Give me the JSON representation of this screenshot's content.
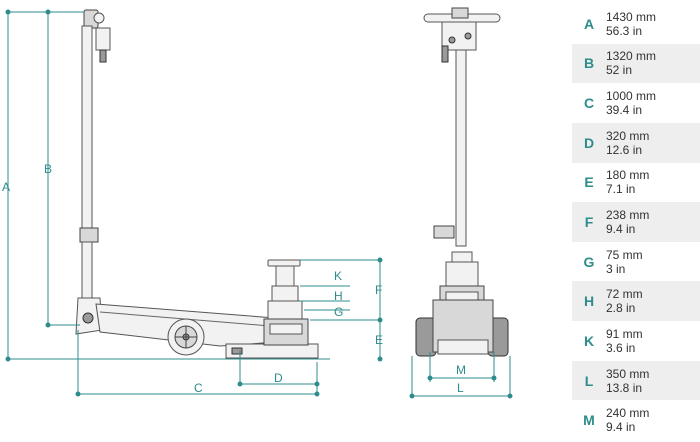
{
  "diagram": {
    "side_labels": [
      "A",
      "B",
      "C",
      "D",
      "E",
      "F",
      "G",
      "H",
      "K"
    ],
    "front_labels": [
      "M",
      "L"
    ]
  },
  "specs": [
    {
      "letter": "A",
      "mm": "1430 mm",
      "in": "56.3 in"
    },
    {
      "letter": "B",
      "mm": "1320 mm",
      "in": "52 in"
    },
    {
      "letter": "C",
      "mm": "1000 mm",
      "in": "39.4 in"
    },
    {
      "letter": "D",
      "mm": "320 mm",
      "in": "12.6 in"
    },
    {
      "letter": "E",
      "mm": "180 mm",
      "in": "7.1 in"
    },
    {
      "letter": "F",
      "mm": "238 mm",
      "in": "9.4 in"
    },
    {
      "letter": "G",
      "mm": "75 mm",
      "in": "3 in"
    },
    {
      "letter": "H",
      "mm": "72 mm",
      "in": "2.8 in"
    },
    {
      "letter": "K",
      "mm": "91 mm",
      "in": "3.6 in"
    },
    {
      "letter": "L",
      "mm": "350 mm",
      "in": "13.8 in"
    },
    {
      "letter": "M",
      "mm": "240 mm",
      "in": "9.4 in"
    }
  ],
  "colors": {
    "accent": "#2f8c8c",
    "row_shade": "#eeeeee"
  }
}
